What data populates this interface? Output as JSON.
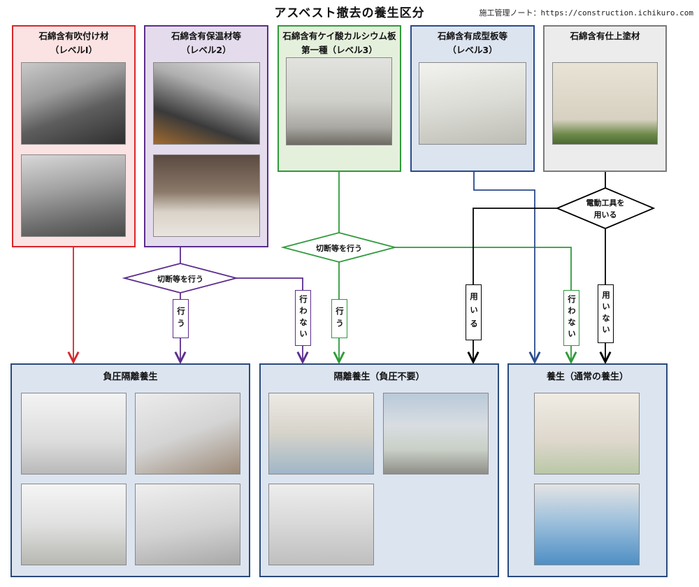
{
  "title": "アスベスト撤去の養生区分",
  "source": "施工管理ノート：https://construction.ichikuro.com",
  "materials": [
    {
      "line1": "石綿含有吹付け材",
      "line2": "（レベルⅠ）"
    },
    {
      "line1": "石綿含有保温材等",
      "line2": "（レベル2）"
    },
    {
      "line1": "石綿含有ケイ酸カルシウム板",
      "line2": "第一種（レベル3）"
    },
    {
      "line1": "石綿含有成型板等",
      "line2": "（レベル3）"
    },
    {
      "line1": "石綿含有仕上塗材",
      "line2": ""
    }
  ],
  "decisions": {
    "level2_cutting": "切断等を行う",
    "level3_cutting": "切断等を行う",
    "power_tools_line1": "電動工具を",
    "power_tools_line2": "用いる"
  },
  "branch_labels": {
    "level2_do": "行う",
    "level2_dont": "行わない",
    "level3_do": "行う",
    "level3_dont": "行わない",
    "tools_use": "用いる",
    "tools_dont": "用いない"
  },
  "results": [
    {
      "title": "負圧隔離養生"
    },
    {
      "title": "隔離養生（負圧不要）"
    },
    {
      "title": "養生（通常の養生）"
    }
  ],
  "colors": {
    "red": "#d9252a",
    "purple": "#5b2d8e",
    "green": "#2f9a3a",
    "blue": "#2a4a8c",
    "gray": "#7a7a7a",
    "black": "#000000",
    "result_border": "#2a4a7c",
    "result_fill": "#dce4f0"
  }
}
